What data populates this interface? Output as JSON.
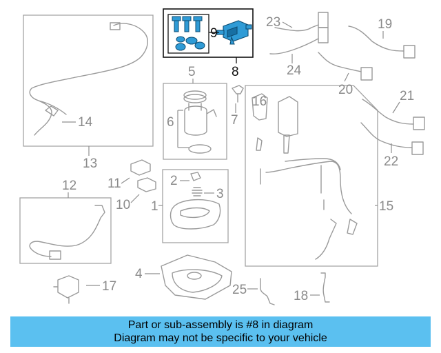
{
  "labels": {
    "l1": "1",
    "l2": "2",
    "l3": "3",
    "l4": "4",
    "l5": "5",
    "l6": "6",
    "l7": "7",
    "l8": "8",
    "l9": "9",
    "l10": "10",
    "l11": "11",
    "l12": "12",
    "l13": "13",
    "l14": "14",
    "l15": "15",
    "l16": "16",
    "l17": "17",
    "l18": "18",
    "l19": "19",
    "l20": "20",
    "l21": "21",
    "l22": "22",
    "l23": "23",
    "l24": "24",
    "l25": "25"
  },
  "highlight_color": "#2f9bd6",
  "caption": {
    "line1": "Part or sub-assembly is #8 in diagram",
    "line2": "Diagram may not be specific to your vehicle"
  }
}
